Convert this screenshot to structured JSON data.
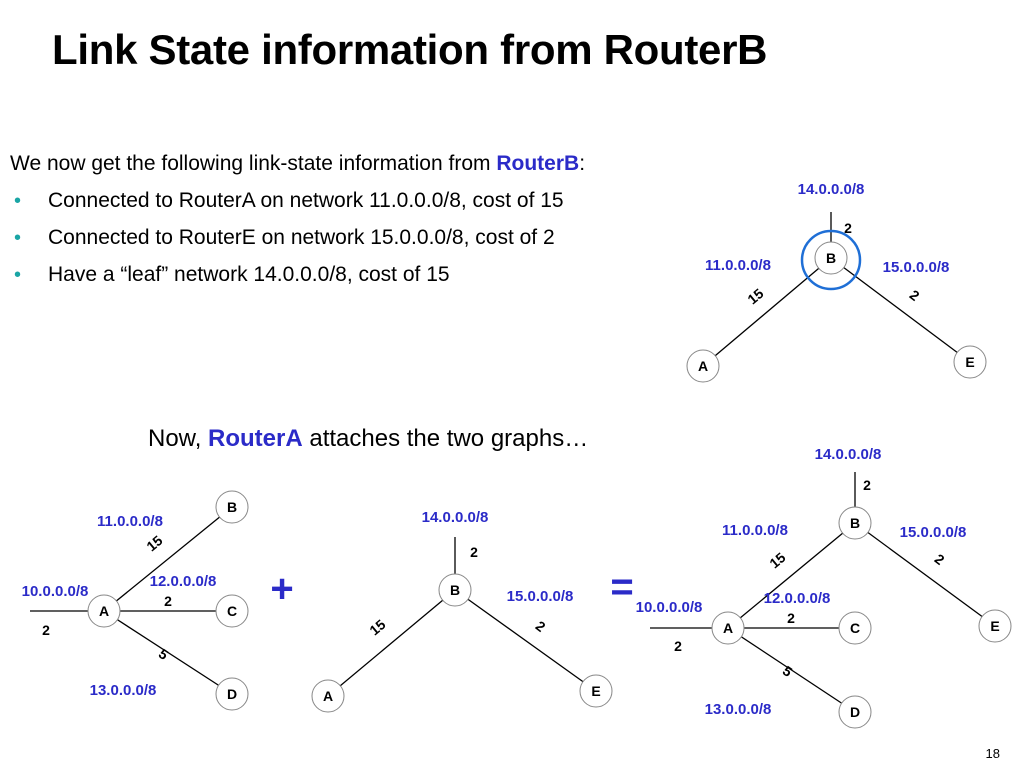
{
  "slide": {
    "title": "Link State information from RouterB",
    "intro_prefix": "We now get the following link-state information from ",
    "intro_router": "RouterB",
    "intro_suffix": ":",
    "bullets": [
      "Connected to RouterA on network 11.0.0.0/8, cost of 15",
      "Connected to RouterE on network 15.0.0.0/8, cost of 2",
      "Have a “leaf” network 14.0.0.0/8, cost of 15"
    ],
    "now_prefix": "Now, ",
    "now_router": "RouterA",
    "now_suffix": " attaches the two graphs…",
    "plus": "+",
    "equals": "=",
    "page_number": "18"
  },
  "colors": {
    "network_label": "#2b2bc8",
    "bullet": "#1aa5a5",
    "highlight_circle": "#1f6fd6"
  },
  "graphs": {
    "top_right": {
      "nodes": [
        "B",
        "A",
        "E"
      ],
      "networks": [
        "14.0.0.0/8",
        "11.0.0.0/8",
        "15.0.0.0/8"
      ],
      "costs": [
        "2",
        "15",
        "2"
      ]
    },
    "left": {
      "nodes": [
        "B",
        "A",
        "C",
        "D"
      ],
      "networks": [
        "11.0.0.0/8",
        "10.0.0.0/8",
        "12.0.0.0/8",
        "13.0.0.0/8"
      ],
      "costs": [
        "15",
        "2",
        "2",
        "5"
      ]
    },
    "middle": {
      "nodes": [
        "B",
        "A",
        "E"
      ],
      "networks": [
        "14.0.0.0/8",
        "15.0.0.0/8"
      ],
      "costs": [
        "2",
        "15",
        "2"
      ]
    },
    "right": {
      "nodes": [
        "B",
        "A",
        "C",
        "D",
        "E"
      ],
      "networks": [
        "14.0.0.0/8",
        "11.0.0.0/8",
        "15.0.0.0/8",
        "10.0.0.0/8",
        "12.0.0.0/8",
        "13.0.0.0/8"
      ],
      "costs": [
        "2",
        "15",
        "2",
        "2",
        "2",
        "5"
      ]
    }
  }
}
